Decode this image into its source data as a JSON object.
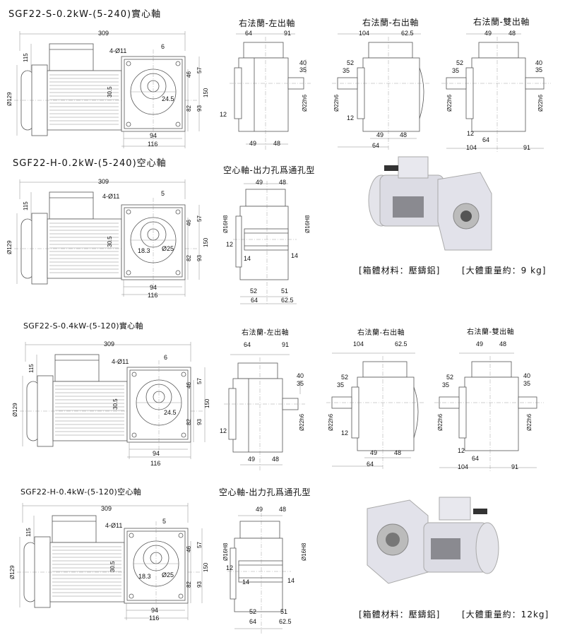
{
  "sections": [
    {
      "title": "SGF22-S-0.2kW-(5-240)實心軸",
      "views": [
        {
          "label": "右法蘭-左出軸",
          "dims": [
            "64",
            "91",
            "40",
            "35",
            "12",
            "Ø22h6",
            "49",
            "48"
          ]
        },
        {
          "label": "右法蘭-右出軸",
          "dims": [
            "104",
            "62.5",
            "52",
            "35",
            "Ø22h6",
            "12",
            "49",
            "48",
            "64"
          ]
        },
        {
          "label": "右法蘭-雙出軸",
          "dims": [
            "49",
            "48",
            "52",
            "35",
            "40",
            "35",
            "Ø22h6",
            "Ø22h6",
            "12",
            "64",
            "104",
            "91"
          ]
        }
      ],
      "main_dims": [
        "309",
        "115",
        "4-Ø11",
        "6",
        "Ø129",
        "30.5",
        "24.5",
        "46",
        "57",
        "150",
        "82",
        "93",
        "94",
        "116"
      ]
    },
    {
      "title": "SGF22-H-0.2kW-(5-240)空心軸",
      "views": [
        {
          "label": "空心軸-出力孔爲通孔型",
          "dims": [
            "49",
            "48",
            "Ø16H8",
            "Ø16H8",
            "12",
            "14",
            "14",
            "52",
            "51",
            "64",
            "62.5"
          ]
        }
      ],
      "main_dims": [
        "309",
        "115",
        "4-Ø11",
        "5",
        "Ø129",
        "30.5",
        "18.3",
        "Ø25",
        "46",
        "57",
        "150",
        "82",
        "93",
        "94",
        "116"
      ],
      "caption_material": "[箱體材料：壓鑄鋁]",
      "caption_weight": "[大體重量約：9 kg]"
    },
    {
      "title": "SGF22-S-0.4kW-(5-120)實心軸",
      "views": [
        {
          "label": "右法蘭-左出軸",
          "dims": [
            "64",
            "91",
            "40",
            "35",
            "12",
            "Ø22h6",
            "49",
            "48"
          ]
        },
        {
          "label": "右法蘭-右出軸",
          "dims": [
            "104",
            "62.5",
            "52",
            "35",
            "Ø22h6",
            "12",
            "49",
            "48",
            "64"
          ]
        },
        {
          "label": "右法蘭-雙出軸",
          "dims": [
            "49",
            "48",
            "52",
            "35",
            "40",
            "35",
            "Ø22h6",
            "Ø22h6",
            "12",
            "64",
            "104",
            "91"
          ]
        }
      ],
      "main_dims": [
        "309",
        "115",
        "4-Ø11",
        "6",
        "Ø129",
        "30.5",
        "24.5",
        "46",
        "57",
        "150",
        "82",
        "93",
        "94",
        "116"
      ]
    },
    {
      "title": "SGF22-H-0.4kW-(5-120)空心軸",
      "views": [
        {
          "label": "空心軸-出力孔爲通孔型",
          "dims": [
            "49",
            "48",
            "Ø16H8",
            "Ø16H8",
            "12",
            "14",
            "14",
            "52",
            "51",
            "64",
            "62.5"
          ]
        }
      ],
      "main_dims": [
        "309",
        "115",
        "4-Ø11",
        "5",
        "Ø129",
        "30.5",
        "18.3",
        "Ø25",
        "46",
        "57",
        "150",
        "82",
        "93",
        "94",
        "116"
      ],
      "caption_material": "[箱體材料：壓鑄鋁]",
      "caption_weight": "[大體重量約：12kg]"
    }
  ]
}
